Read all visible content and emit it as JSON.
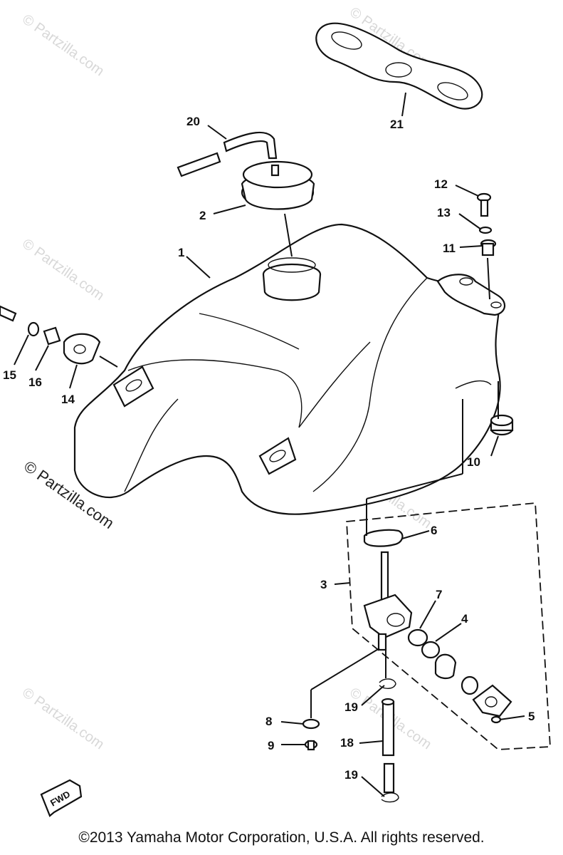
{
  "watermarks": {
    "main": "© Partzilla.com",
    "faint": "© Partzilla.com"
  },
  "fwd_label": "FWD",
  "callouts": [
    {
      "id": "1",
      "text": "1"
    },
    {
      "id": "2",
      "text": "2"
    },
    {
      "id": "3",
      "text": "3"
    },
    {
      "id": "4",
      "text": "4"
    },
    {
      "id": "5",
      "text": "5"
    },
    {
      "id": "6",
      "text": "6"
    },
    {
      "id": "7",
      "text": "7"
    },
    {
      "id": "8",
      "text": "8"
    },
    {
      "id": "9",
      "text": "9"
    },
    {
      "id": "10",
      "text": "10"
    },
    {
      "id": "11",
      "text": "11"
    },
    {
      "id": "12",
      "text": "12"
    },
    {
      "id": "13",
      "text": "13"
    },
    {
      "id": "14",
      "text": "14"
    },
    {
      "id": "15",
      "text": "15"
    },
    {
      "id": "16",
      "text": "16"
    },
    {
      "id": "18",
      "text": "18"
    },
    {
      "id": "19a",
      "text": "19"
    },
    {
      "id": "19b",
      "text": "19"
    },
    {
      "id": "20",
      "text": "20"
    },
    {
      "id": "21",
      "text": "21"
    }
  ],
  "copyright": "©2013  Yamaha Motor Corporation, U.S.A. All rights reserved."
}
